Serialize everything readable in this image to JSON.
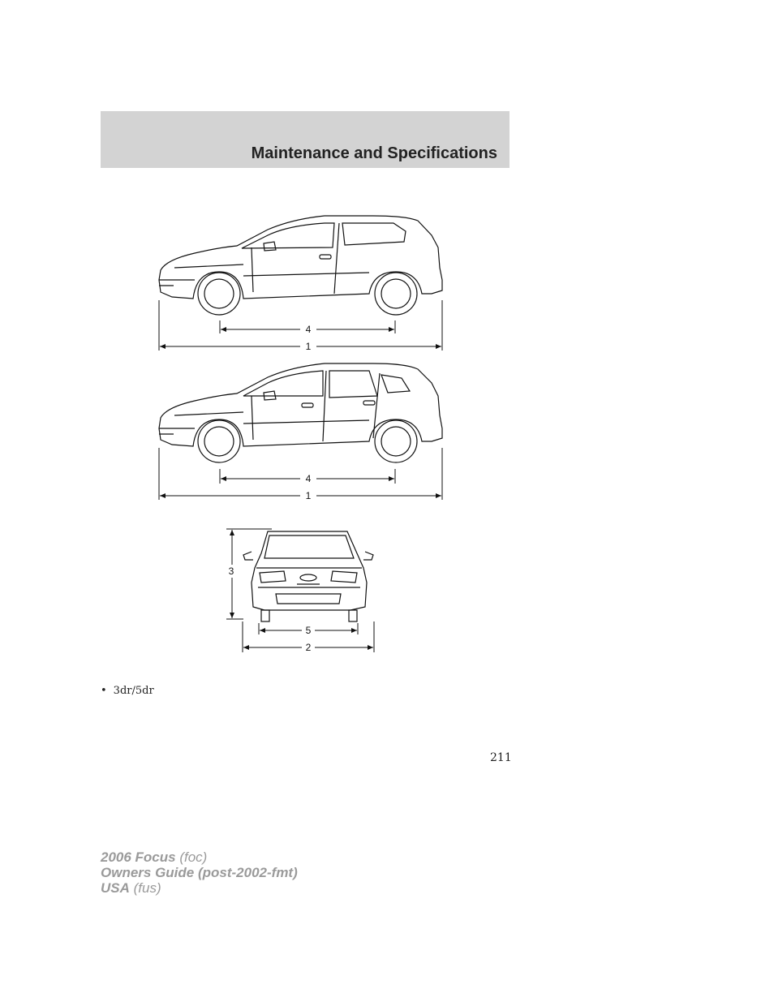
{
  "header": {
    "title": "Maintenance and Specifications"
  },
  "figure": {
    "side_3dr": {
      "dim_wheelbase": "4",
      "dim_length": "1"
    },
    "side_5dr": {
      "dim_wheelbase": "4",
      "dim_length": "1"
    },
    "front": {
      "dim_height": "3",
      "dim_track": "5",
      "dim_width": "2"
    }
  },
  "bullets": [
    "3dr/5dr"
  ],
  "page_number": "211",
  "footer": {
    "line1_bold": "2006 Focus",
    "line1_rest": "(foc)",
    "line2": "Owners Guide (post-2002-fmt)",
    "line3_bold": "USA",
    "line3_rest": "(fus)"
  }
}
